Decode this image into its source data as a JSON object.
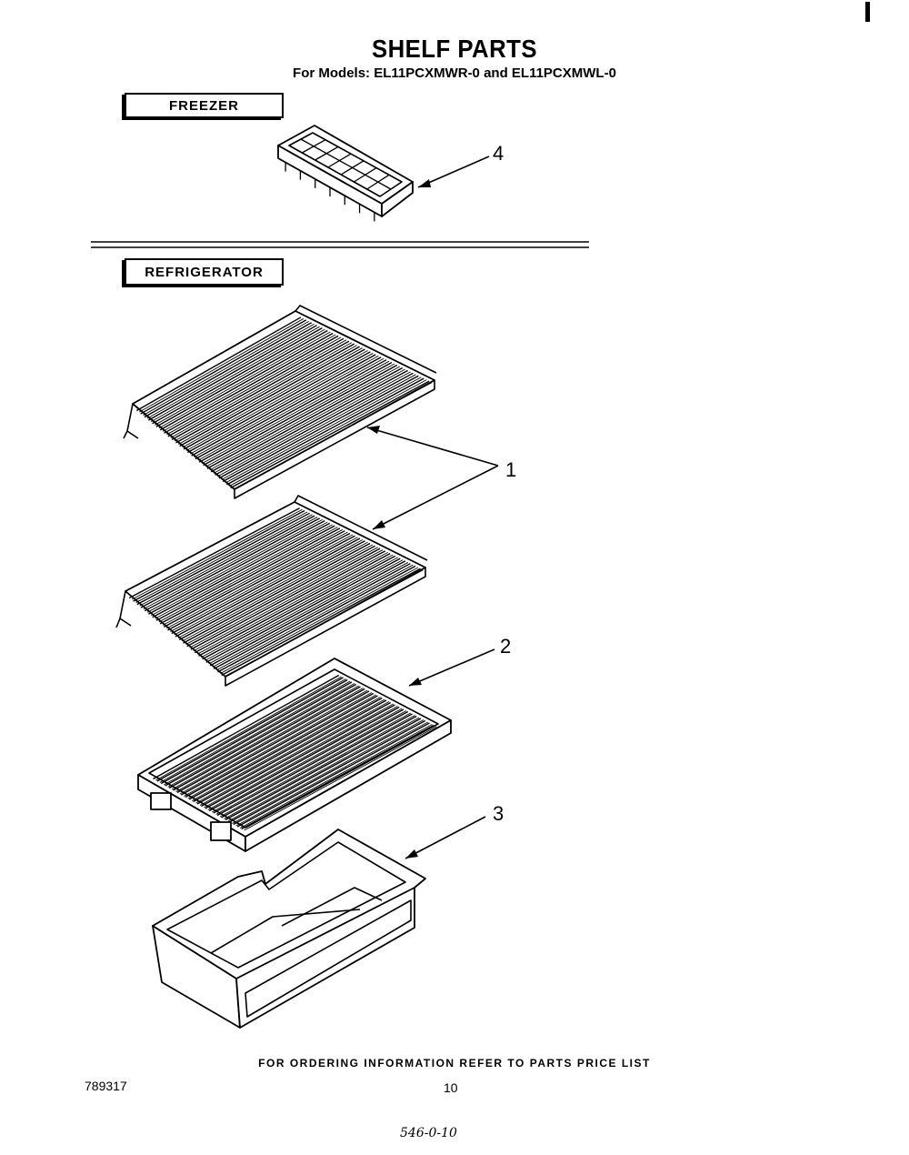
{
  "title": "SHELF PARTS",
  "subtitle": "For Models: EL11PCXMWR-0 and EL11PCXMWL-0",
  "sections": {
    "freezer": "FREEZER",
    "refrigerator": "REFRIGERATOR"
  },
  "callouts": {
    "ice_tray": "4",
    "wire_shelf": "1",
    "crisper_cover": "2",
    "crisper_pan": "3"
  },
  "footer": {
    "note": "FOR ORDERING INFORMATION REFER TO PARTS PRICE LIST",
    "doc_number": "789317",
    "page_number": "10",
    "handwritten": "546-0-10"
  }
}
